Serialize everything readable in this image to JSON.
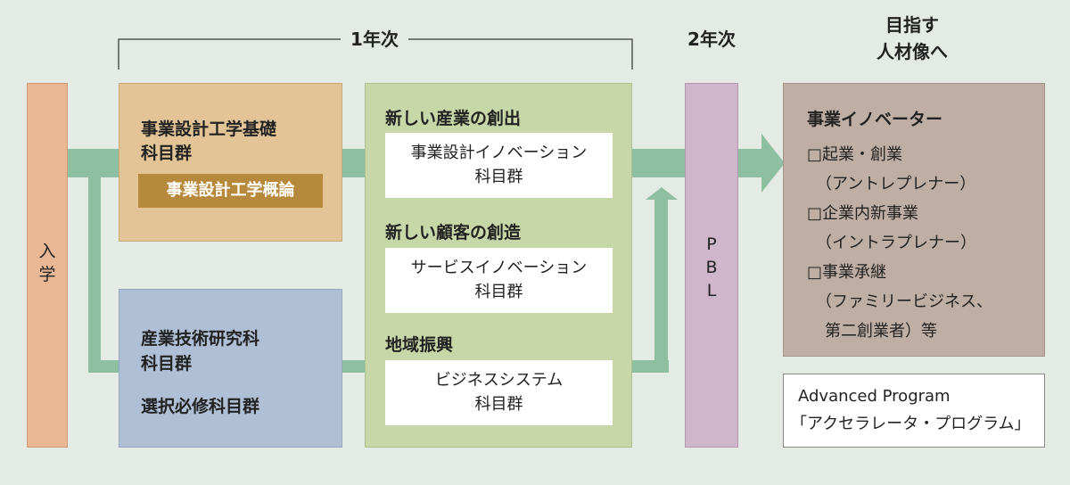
{
  "headers": {
    "year1": "1年次",
    "year2": "2年次",
    "goal_line1": "目指す",
    "goal_line2": "人材像へ"
  },
  "entrance": {
    "char1": "入",
    "char2": "学"
  },
  "basic": {
    "title_line1": "事業設計工学基礎",
    "title_line2": "科目群",
    "sub": "事業設計工学概論"
  },
  "tech": {
    "title_line1": "産業技術研究科",
    "title_line2": "科目群",
    "elective": "選択必修科目群"
  },
  "programs": [
    {
      "heading": "新しい産業の創出",
      "line1": "事業設計イノベーション",
      "line2": "科目群"
    },
    {
      "heading": "新しい顧客の創造",
      "line1": "サービスイノベーション",
      "line2": "科目群"
    },
    {
      "heading": "地域振興",
      "line1": "ビジネスシステム",
      "line2": "科目群"
    }
  ],
  "pbl": {
    "c1": "P",
    "c2": "B",
    "c3": "L"
  },
  "goal": {
    "title": "事業イノベーター",
    "items": [
      "□起業・創業",
      "（アントレプレナー）",
      "□企業内新事業",
      "（イントラプレナー）",
      "□事業承継",
      "（ファミリービジネス、",
      "第二創業者）等"
    ]
  },
  "advanced": {
    "line1": "Advanced Program",
    "line2": "「アクセラレータ・プログラム」"
  },
  "colors": {
    "background": "#e3ebe4",
    "arrow": "#8fbfa3",
    "entrance": "#e9b793",
    "basic": "#e3c497",
    "basic_sub": "#b7893c",
    "tech": "#afbfd5",
    "programs": "#c8d7a7",
    "pbl": "#d0b6cb",
    "goal": "#bfaea4"
  }
}
